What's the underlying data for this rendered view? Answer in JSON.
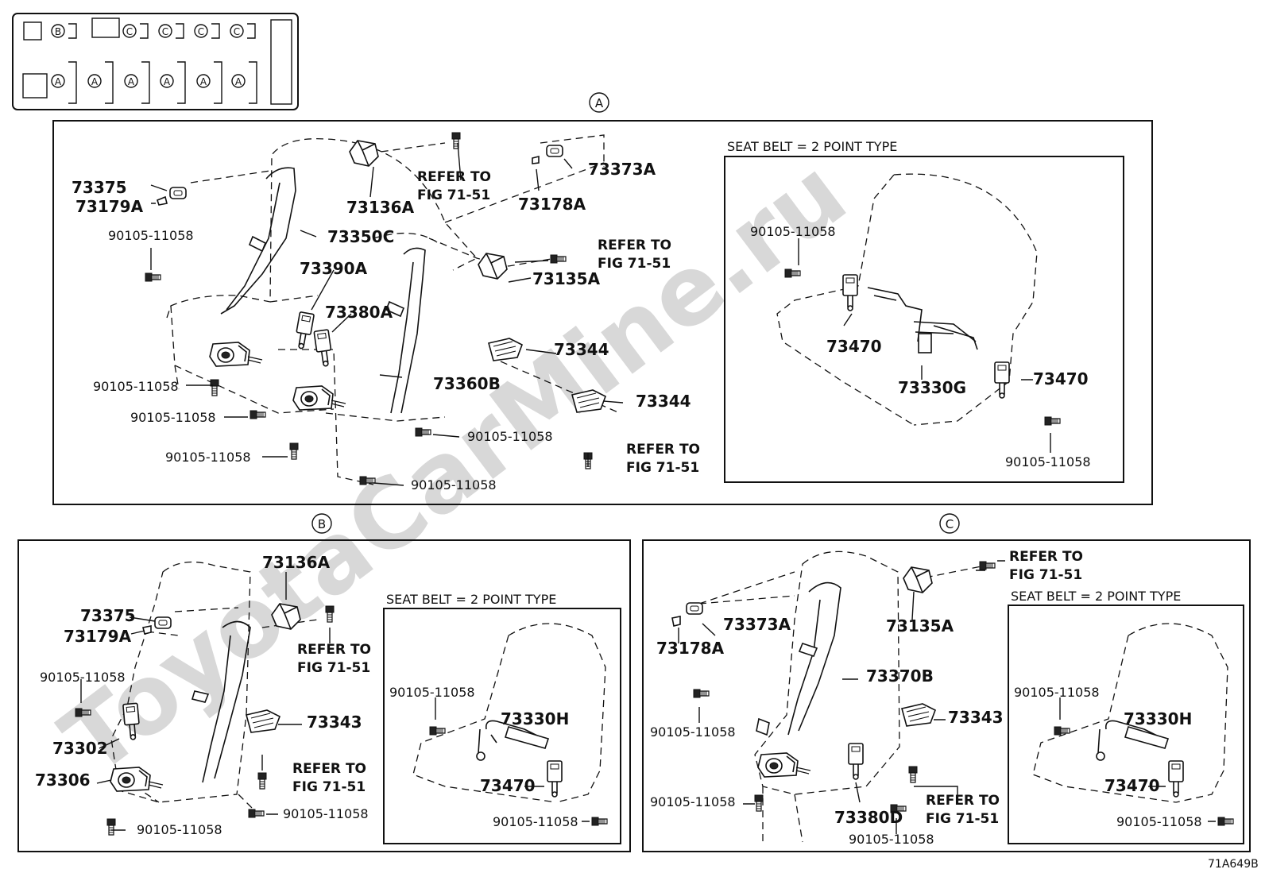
{
  "index_map": {
    "row1_letters": [
      "B",
      "C",
      "C",
      "C",
      "C"
    ],
    "row2_letters": [
      "A",
      "A",
      "A",
      "A",
      "A",
      "A"
    ]
  },
  "watermark": "ToyotaCarMine.ru",
  "figure_code": "71A649B",
  "sections": {
    "A": {
      "letter": "A",
      "labels": {
        "l73375": "73375",
        "l73179A": "73179A",
        "l73136A": "73136A",
        "refer1_a": "REFER TO",
        "refer1_b": "FIG 71-51",
        "l73178A": "73178A",
        "l73373A": "73373A",
        "bolt1": "90105-11058",
        "l73350C": "73350C",
        "l73390A": "73390A",
        "refer2_a": "REFER TO",
        "refer2_b": "FIG 71-51",
        "l73135A": "73135A",
        "l73380A": "73380A",
        "l73344a": "73344",
        "bolt2": "90105-11058",
        "l73360B": "73360B",
        "l73344b": "73344",
        "bolt3": "90105-11058",
        "bolt4": "90105-11058",
        "bolt5": "90105-11058",
        "refer3_a": "REFER TO",
        "refer3_b": "FIG 71-51",
        "bolt6": "90105-11058"
      },
      "inset": {
        "title": "SEAT BELT = 2 POINT TYPE",
        "bolt1": "90105-11058",
        "l73470a": "73470",
        "l73330G": "73330G",
        "l73470b": "73470",
        "bolt2": "90105-11058"
      }
    },
    "B": {
      "letter": "B",
      "labels": {
        "l73136A": "73136A",
        "l73375": "73375",
        "l73179A": "73179A",
        "refer1_a": "REFER TO",
        "refer1_b": "FIG 71-51",
        "bolt1": "90105-11058",
        "l73343": "73343",
        "l73302": "73302",
        "refer2_a": "REFER TO",
        "refer2_b": "FIG 71-51",
        "l73306": "73306",
        "bolt2": "90105-11058",
        "bolt3": "90105-11058"
      },
      "inset": {
        "title": "SEAT BELT = 2 POINT TYPE",
        "bolt1": "90105-11058",
        "l73330H": "73330H",
        "l73470": "73470",
        "bolt2": "90105-11058"
      }
    },
    "C": {
      "letter": "C",
      "labels": {
        "refer1_a": "REFER TO",
        "refer1_b": "FIG 71-51",
        "l73373A": "73373A",
        "l73135A": "73135A",
        "l73178A": "73178A",
        "l73370B": "73370B",
        "bolt1": "90105-11058",
        "l73343": "73343",
        "bolt2": "90105-11058",
        "refer2_a": "REFER TO",
        "refer2_b": "FIG 71-51",
        "l73380D": "73380D",
        "bolt3": "90105-11058"
      },
      "inset": {
        "title": "SEAT BELT = 2 POINT TYPE",
        "bolt1": "90105-11058",
        "l73330H": "73330H",
        "l73470": "73470",
        "bolt2": "90105-11058"
      }
    }
  }
}
